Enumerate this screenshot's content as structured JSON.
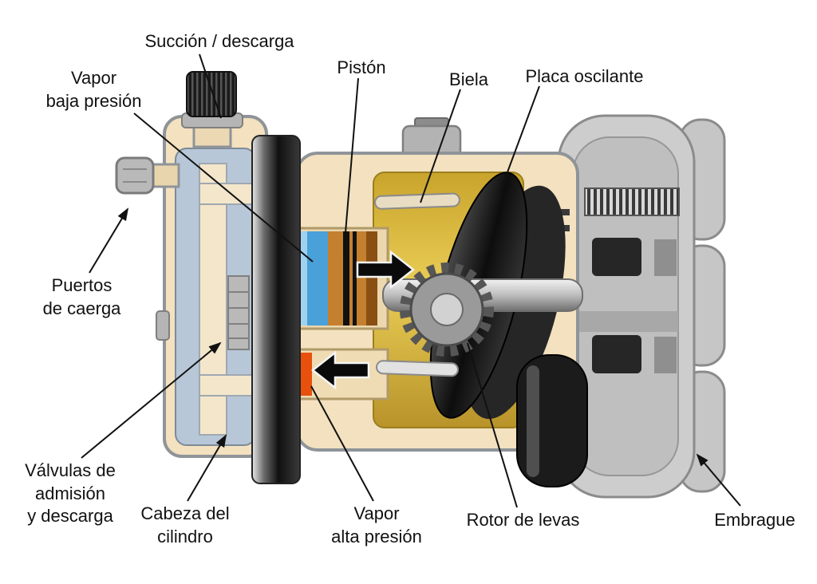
{
  "labels": {
    "suction_discharge": "Succión / descarga",
    "low_pressure_vapor": "Vapor\nbaja presión",
    "piston": "Pistón",
    "connecting_rod": "Biela",
    "swash_plate": "Placa oscilante",
    "charge_ports": "Puertos\nde caerga",
    "valves": "Válvulas de\nadmisión\ny descarga",
    "cylinder_head": "Cabeza del\ncilindro",
    "high_pressure_vapor": "Vapor\nalta presión",
    "cam_rotor": "Rotor de levas",
    "clutch": "Embrague"
  },
  "colors": {
    "background": "#ffffff",
    "label_text": "#111111",
    "casing_beige": "#f3e1bf",
    "casing_outline": "#8f9499",
    "head_blue": "#b7c7d8",
    "cavity_yellow": "#e3c34b",
    "low_pressure_blue": "#4aa0d8",
    "piston_copper": "#c5802f",
    "high_pressure_orange": "#e8500e",
    "metal_gray": "#c9c9c9",
    "dark_metal": "#1c1c1c"
  }
}
